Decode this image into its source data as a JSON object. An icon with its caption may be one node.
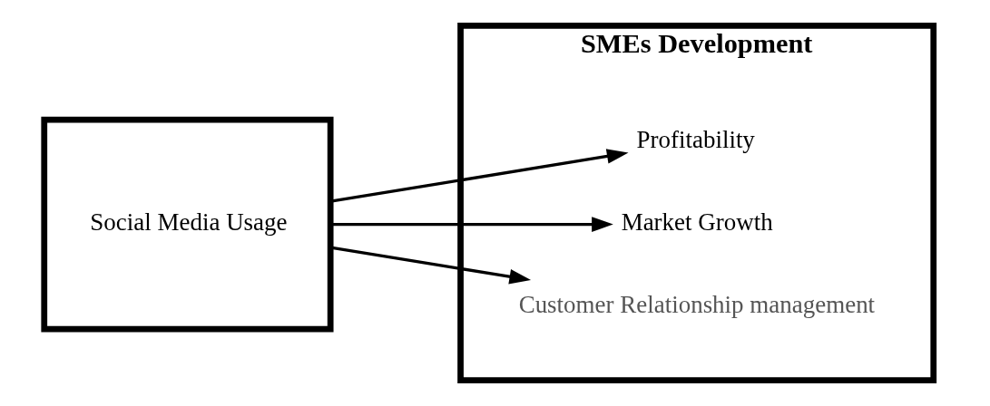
{
  "diagram": {
    "nodes": [
      {
        "text": [
          "Social Media Usage"
        ]
      },
      {
        "text": [
          "SMEs Development"
        ]
      },
      {
        "text": [
          "Profitability"
        ],
        "in": 1
      },
      {
        "text": [
          "Market Growth"
        ],
        "in": 1
      },
      {
        "text": [
          "Customer Relationship management"
        ],
        "in": 1
      }
    ],
    "edges": [
      {
        "from": 0,
        "to": 2,
        "arrow": "to"
      },
      {
        "from": 0,
        "to": 3,
        "arrow": "to"
      },
      {
        "from": 0,
        "to": 4,
        "arrow": "to"
      }
    ]
  }
}
